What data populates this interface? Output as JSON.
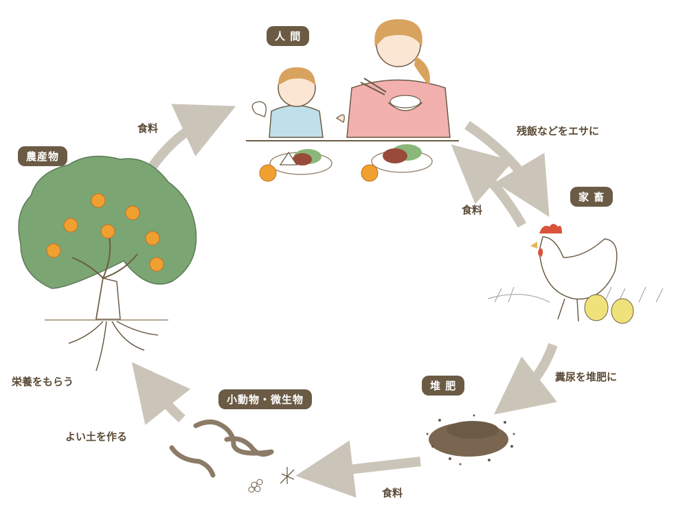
{
  "nodes": {
    "humans": "人 間",
    "crops": "農産物",
    "livestock": "家 畜",
    "compost": "堆 肥",
    "organisms": "小動物・微生物"
  },
  "edges": {
    "crops_to_humans": "食料",
    "humans_to_livestock": "残飯などをエサに",
    "livestock_to_humans": "食料",
    "livestock_to_compost": "糞尿を堆肥に",
    "compost_to_organisms": "食料",
    "organisms_to_soil": "よい土を作る",
    "soil_to_crops": "栄養をもらう"
  },
  "colors": {
    "badge": "#6b5b45",
    "arrow": "#cbc5b9",
    "foliage": "#7ca574",
    "orange": "#f0a030"
  }
}
